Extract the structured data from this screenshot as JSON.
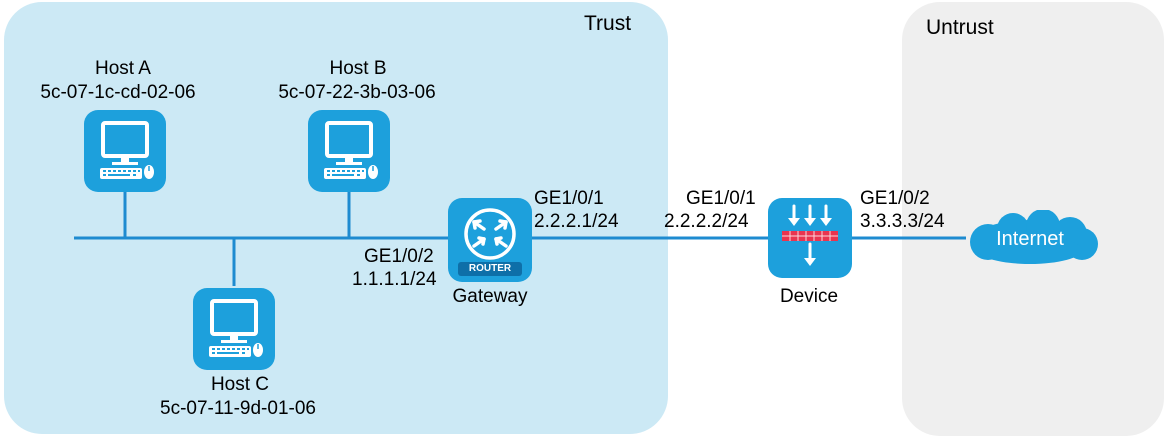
{
  "zones": {
    "trust": "Trust",
    "untrust": "Untrust"
  },
  "hosts": {
    "a": {
      "name": "Host A",
      "mac": "5c-07-1c-cd-02-06",
      "icon": "computer-icon"
    },
    "b": {
      "name": "Host B",
      "mac": "5c-07-22-3b-03-06",
      "icon": "computer-icon"
    },
    "c": {
      "name": "Host C",
      "mac": "5c-07-11-9d-01-06",
      "icon": "computer-icon"
    }
  },
  "gateway": {
    "name": "Gateway",
    "badge": "ROUTER",
    "icon": "router-icon",
    "port_left": {
      "iface": "GE1/0/2",
      "ip": "1.1.1.1/24"
    },
    "port_right": {
      "iface": "GE1/0/1",
      "ip": "2.2.2.1/24"
    }
  },
  "device": {
    "name": "Device",
    "icon": "firewall-icon",
    "port_left": {
      "iface": "GE1/0/1",
      "ip": "2.2.2.2/24"
    },
    "port_right": {
      "iface": "GE1/0/2",
      "ip": "3.3.3.3/24"
    }
  },
  "internet": {
    "label": "Internet",
    "icon": "cloud-icon"
  },
  "colors": {
    "trust_zone": "#cce9f5",
    "untrust_zone": "#efefef",
    "device_blue": "#1da0dc",
    "firewall_red": "#e8354f",
    "link": "#1e8bd0"
  }
}
